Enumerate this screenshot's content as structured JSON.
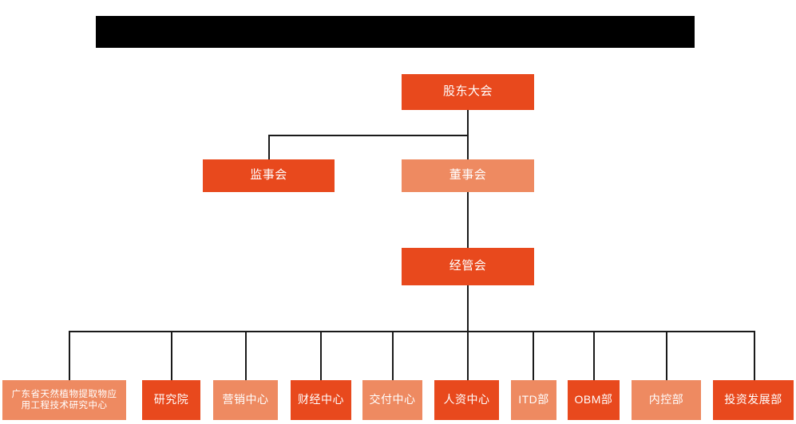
{
  "chart": {
    "type": "org-chart",
    "title_redacted": true,
    "colors": {
      "accent_dark": "#e8491d",
      "accent_light": "#ee8a61",
      "connector": "#1a1a1a",
      "redaction": "#000000",
      "background": "#ffffff",
      "label_text": "#ffffff"
    },
    "redaction_bar": {
      "label": "redacted-title-bar"
    },
    "levels": [
      {
        "level": 1,
        "nodes": [
          {
            "id": "shareholders-meeting",
            "label": "股东大会",
            "shade": "dark"
          }
        ]
      },
      {
        "level": 2,
        "nodes": [
          {
            "id": "board-of-supervisors",
            "label": "监事会",
            "shade": "dark"
          },
          {
            "id": "board-of-directors",
            "label": "董事会",
            "shade": "light"
          }
        ]
      },
      {
        "level": 3,
        "nodes": [
          {
            "id": "management-committee",
            "label": "经管会",
            "shade": "dark"
          }
        ]
      },
      {
        "level": 4,
        "nodes": [
          {
            "id": "research-center-gd",
            "label": "广东省天然植物提取物应\n用工程技术研究中心",
            "shade": "light"
          },
          {
            "id": "research-institute",
            "label": "研究院",
            "shade": "dark"
          },
          {
            "id": "marketing-center",
            "label": "营销中心",
            "shade": "light"
          },
          {
            "id": "finance-center",
            "label": "财经中心",
            "shade": "dark"
          },
          {
            "id": "delivery-center",
            "label": "交付中心",
            "shade": "light"
          },
          {
            "id": "hr-center",
            "label": "人资中心",
            "shade": "dark"
          },
          {
            "id": "itd-department",
            "label": "ITD部",
            "shade": "light"
          },
          {
            "id": "obm-department",
            "label": "OBM部",
            "shade": "dark"
          },
          {
            "id": "internal-control-department",
            "label": "内控部",
            "shade": "light"
          },
          {
            "id": "investment-development-department",
            "label": "投资发展部",
            "shade": "dark"
          }
        ]
      }
    ]
  }
}
